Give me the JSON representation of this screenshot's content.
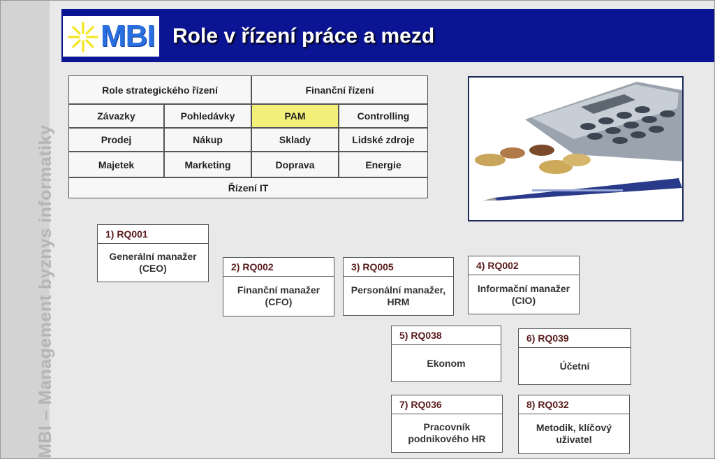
{
  "header": {
    "logo_text": "MBI",
    "title": "Role v řízení práce a mezd"
  },
  "sidebar": {
    "vertical_text": "MBI – Management byznys informatiky"
  },
  "role_grid": {
    "strategic": "Role strategického řízení",
    "finance": "Finanční řízení",
    "cells": [
      "Závazky",
      "Pohledávky",
      "PAM",
      "Controlling",
      "Prodej",
      "Nákup",
      "Sklady",
      "Lidské zdroje",
      "Majetek",
      "Marketing",
      "Doprava",
      "Energie"
    ],
    "it": "Řízení IT",
    "highlighted": "PAM"
  },
  "image": {
    "description_icon": "calculator-coins-pen-photo"
  },
  "roles": [
    {
      "code": "1) RQ001",
      "name": "Generální manažer (CEO)"
    },
    {
      "code": "2) RQ002",
      "name": "Finanční manažer (CFO)"
    },
    {
      "code": "3) RQ005",
      "name": "Personální manažer, HRM"
    },
    {
      "code": "4) RQ002",
      "name": "Informační manažer (CIO)"
    },
    {
      "code": "5) RQ038",
      "name": "Ekonom"
    },
    {
      "code": "6) RQ039",
      "name": "Účetní"
    },
    {
      "code": "7) RQ036",
      "name": "Pracovník podnikového HR"
    },
    {
      "code": "8) RQ032",
      "name": "Metodik, klíčový uživatel"
    }
  ],
  "colors": {
    "header": "#0b1594",
    "highlight": "#f3f07a",
    "code_text": "#5a1a1a",
    "logo_blue": "#2a6fe0",
    "star_yellow": "#f2e61c"
  }
}
